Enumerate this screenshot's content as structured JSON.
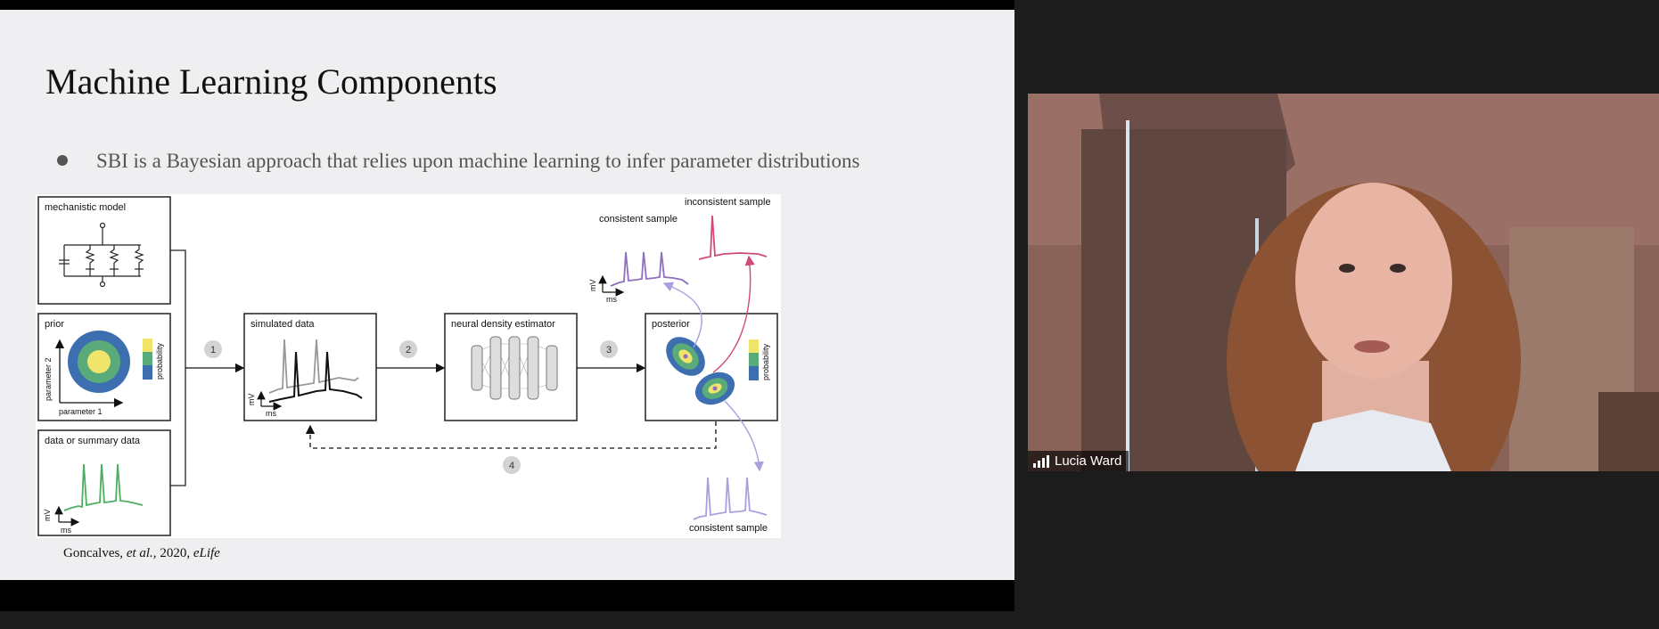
{
  "slide": {
    "title": "Machine Learning Components",
    "bullet": "SBI is a Bayesian approach that relies upon machine learning to infer parameter distributions",
    "citation": {
      "authors": "Goncalves, ",
      "etal": "et al.,",
      "year": " 2020, ",
      "journal": "eLife"
    }
  },
  "figure": {
    "boxes": {
      "mechanistic_model": "mechanistic model",
      "prior": "prior",
      "data_summary": "data or summary data",
      "simulated_data": "simulated data",
      "neural_density_estimator": "neural density estimator",
      "posterior": "posterior"
    },
    "axis": {
      "mv": "mV",
      "ms": "ms",
      "parameter_1": "parameter 1",
      "parameter_2": "parameter 2",
      "probability": "probability"
    },
    "steps": [
      "1",
      "2",
      "3",
      "4"
    ],
    "samples": {
      "consistent": "consistent sample",
      "inconsistent": "inconsistent sample"
    },
    "colors": {
      "blue": "#3d6fb0",
      "green": "#5aab7a",
      "yellow": "#f0e46a",
      "purple": "#8e6fc0",
      "lavender": "#a9a0dd",
      "pink": "#d1487a",
      "spike_green": "#4caf62"
    }
  },
  "participant": {
    "name": "Lucia Ward",
    "icon": "signal-strength-icon"
  }
}
